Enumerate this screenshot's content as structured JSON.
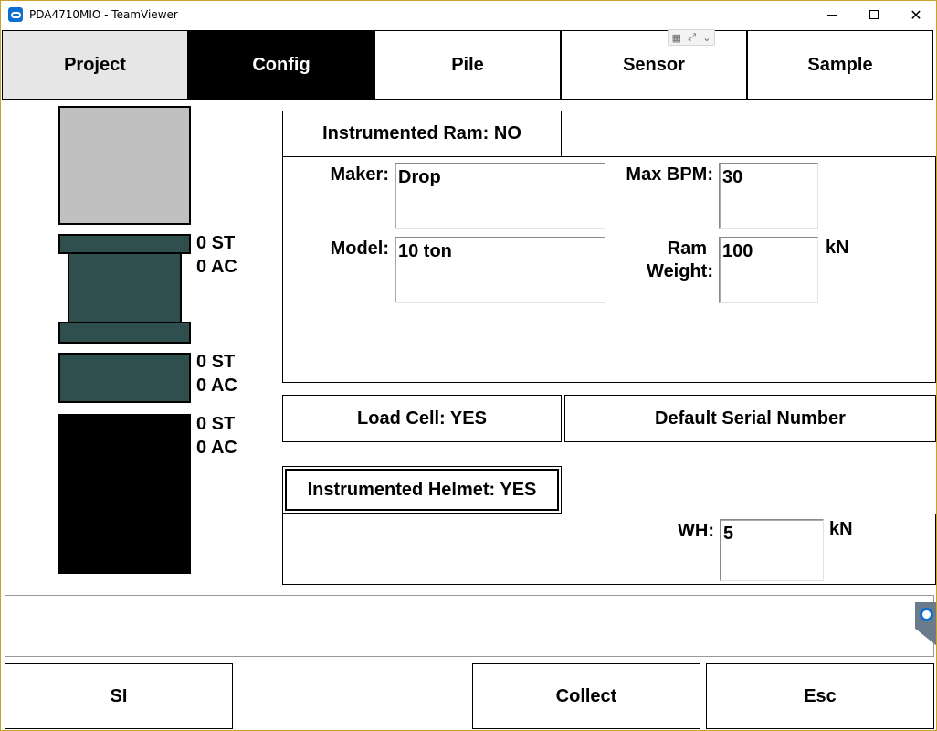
{
  "window": {
    "title": "PDA4710MIO - TeamViewer"
  },
  "tabs": [
    {
      "label": "Project"
    },
    {
      "label": "Config"
    },
    {
      "label": "Pile"
    },
    {
      "label": "Sensor"
    },
    {
      "label": "Sample"
    }
  ],
  "stack": {
    "ram": {
      "st": "0 ST",
      "ac": "0 AC"
    },
    "helmet": {
      "st": "0 ST",
      "ac": "0 AC"
    },
    "pile": {
      "st": "0 ST",
      "ac": "0 AC"
    }
  },
  "ram": {
    "toggle_label": "Instrumented Ram: NO",
    "maker_label": "Maker:",
    "maker_value": "Drop",
    "model_label": "Model:",
    "model_value": "10 ton",
    "max_bpm_label": "Max BPM:",
    "max_bpm_value": "30",
    "ram_weight_label_1": "Ram",
    "ram_weight_label_2": "Weight:",
    "ram_weight_value": "100",
    "ram_weight_unit": "kN"
  },
  "load_cell": {
    "label": "Load Cell: YES",
    "serial_label": "Default Serial Number"
  },
  "helmet": {
    "toggle_label": "Instrumented Helmet: YES",
    "wh_label": "WH:",
    "wh_value": "5",
    "wh_unit": "kN"
  },
  "bottom": {
    "si_label": "SI",
    "collect_label": "Collect",
    "esc_label": "Esc"
  },
  "colors": {
    "tab_active": "#000000",
    "tab_project": "#e6e6e6",
    "ram_block": "#c0c0c0",
    "helmet_block": "#2f4f4f",
    "pile_block": "#000000"
  }
}
